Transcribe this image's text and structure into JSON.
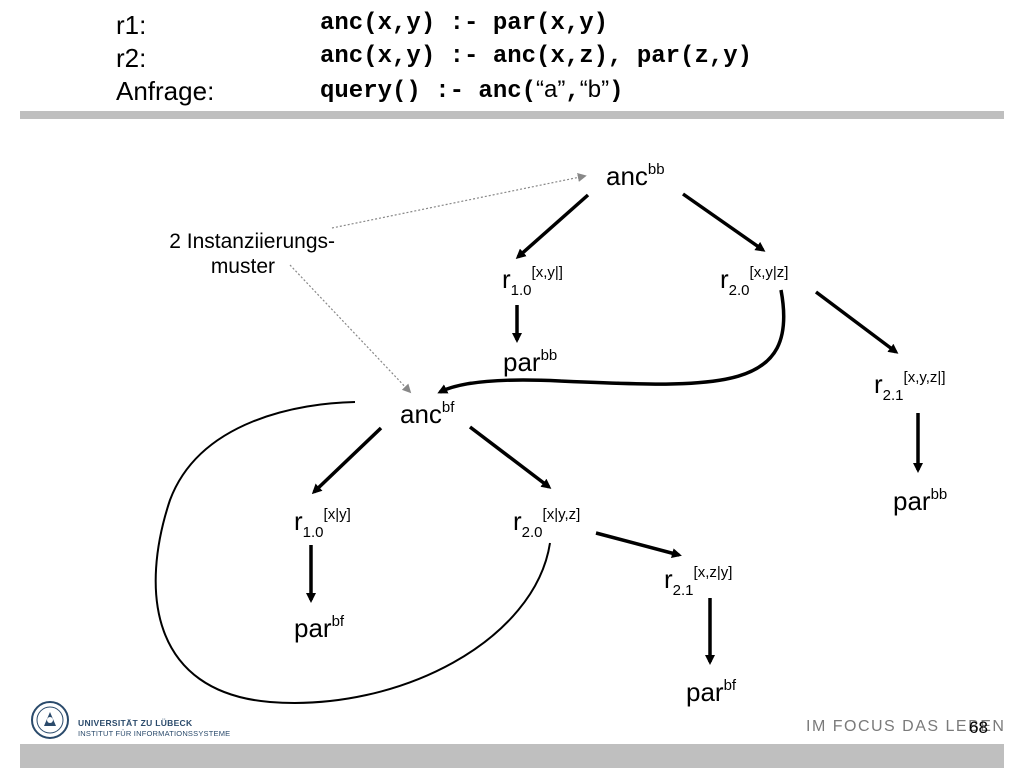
{
  "rules": [
    {
      "label": "r1:",
      "code": "anc(x,y) :- par(x,y)"
    },
    {
      "label": "r2:",
      "code": "anc(x,y) :- anc(x,z), par(z,y)"
    }
  ],
  "query": {
    "label": "Anfrage:",
    "code_prefix": "query() :- anc(",
    "arg1": "“a”",
    "sep": ",",
    "arg2": "“b”",
    "code_suffix": ")"
  },
  "annotation": {
    "line1": "2 Instanziierungs-",
    "line2": "muster"
  },
  "nodes": {
    "anc_bb": {
      "base": "anc",
      "sub": "",
      "sup": "bb"
    },
    "r10_top": {
      "base": "r",
      "sub": "1.0",
      "sup": "[x,y|]"
    },
    "r20_top": {
      "base": "r",
      "sub": "2.0",
      "sup": "[x,y|z]"
    },
    "par_bb_1": {
      "base": "par",
      "sub": "",
      "sup": "bb"
    },
    "r21_top": {
      "base": "r",
      "sub": "2.1",
      "sup": "[x,y,z|]"
    },
    "par_bb_2": {
      "base": "par",
      "sub": "",
      "sup": "bb"
    },
    "anc_bf": {
      "base": "anc",
      "sub": "",
      "sup": "bf"
    },
    "r10_bot": {
      "base": "r",
      "sub": "1.0",
      "sup": "[x|y]"
    },
    "r20_bot": {
      "base": "r",
      "sub": "2.0",
      "sup": "[x|y,z]"
    },
    "r21_bot": {
      "base": "r",
      "sub": "2.1",
      "sup": "[x,z|y]"
    },
    "par_bf_1": {
      "base": "par",
      "sub": "",
      "sup": "bf"
    },
    "par_bf_2": {
      "base": "par",
      "sub": "",
      "sup": "bf"
    }
  },
  "footer": {
    "university": "UNIVERSITÄT ZU LÜBECK",
    "institute": "INSTITUT FÜR INFORMATIONSSYSTEME",
    "motto": "IM FOCUS DAS LEBEN",
    "page_number": "68"
  },
  "colors": {
    "accent_gray": "#bfbfbf",
    "uni_blue": "#2a4a6b"
  }
}
